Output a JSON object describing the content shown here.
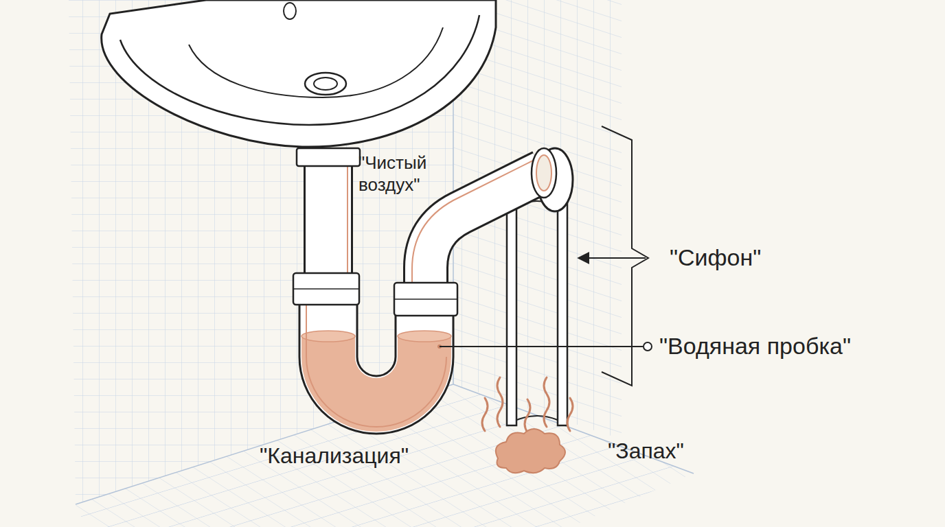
{
  "diagram": {
    "labels": [
      "\"Чистый воздух\"",
      "\"Сифон\"",
      "\"Водяная пробка\"",
      "\"Канализация\"",
      "\"Запах\""
    ]
  }
}
